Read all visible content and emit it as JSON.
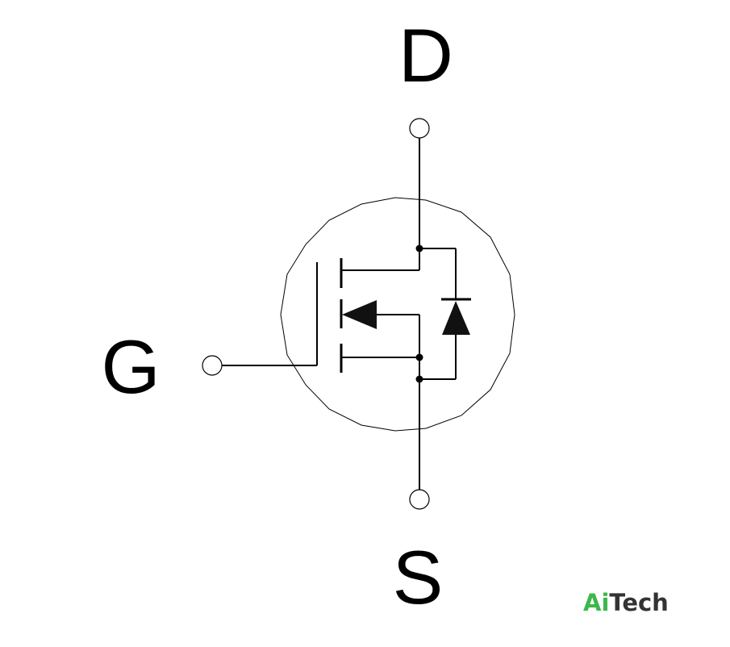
{
  "terminals": {
    "drain": "D",
    "gate": "G",
    "source": "S"
  },
  "logo": {
    "part1": "Ai",
    "part2": "Tech"
  },
  "colors": {
    "line": "#000000",
    "envelope": "#000000",
    "logo_accent": "#3cb84a",
    "logo_main": "#333333",
    "fill": "#111111"
  }
}
